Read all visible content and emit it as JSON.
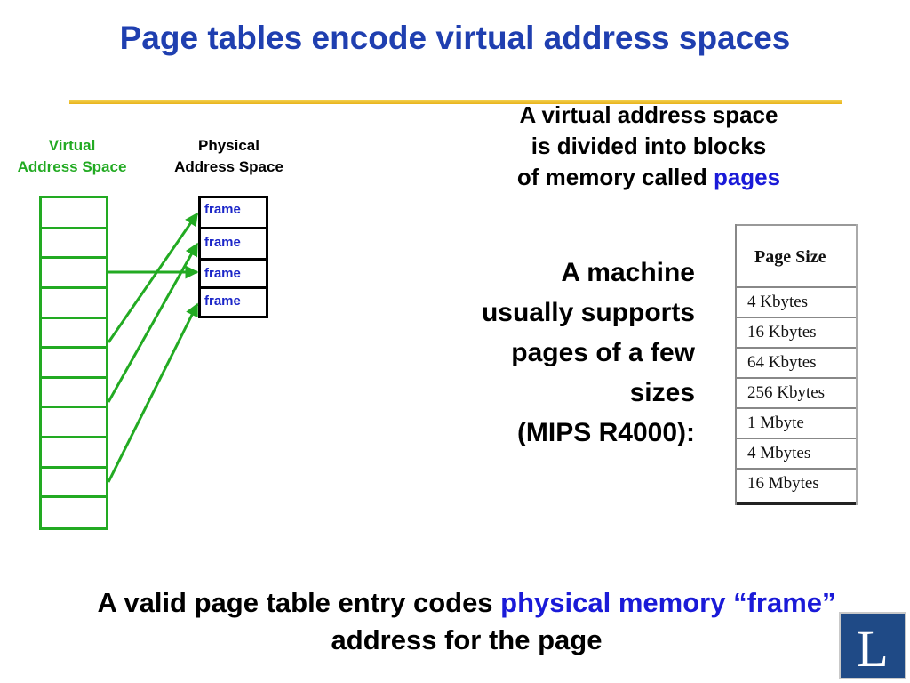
{
  "title": "Page tables encode virtual address spaces",
  "diagram": {
    "virtual_label_line1": "Virtual",
    "virtual_label_line2": "Address Space",
    "physical_label_line1": "Physical",
    "physical_label_line2": "Address Space",
    "frames": [
      "frame",
      "frame",
      "frame",
      "frame"
    ],
    "virtual_page_count": 11,
    "colors": {
      "virtual": "#22aa22",
      "physical": "#000000",
      "frame_text": "#1a25c8",
      "arrows": "#22aa22"
    }
  },
  "note_pages": {
    "line1": "A virtual address space",
    "line2": "is divided into blocks",
    "line3_prefix": "of memory called ",
    "line3_highlight": "pages"
  },
  "note_sizes": {
    "line1": "A machine",
    "line2": "usually supports",
    "line3": "pages of a few",
    "line4": "sizes",
    "line5": "(MIPS R4000):"
  },
  "page_size_table": {
    "header": "Page Size",
    "rows": [
      "4 Kbytes",
      "16 Kbytes",
      "64 Kbytes",
      "256 Kbytes",
      "1 Mbyte",
      "4 Mbytes",
      "16 Mbytes"
    ]
  },
  "bottom_note": {
    "part1": "A valid page table entry codes ",
    "highlight": "physical memory “frame”",
    "part2": " address for the page"
  },
  "logo": {
    "letter": "L",
    "color": "#1f4a86"
  },
  "colors": {
    "title": "#1f3fb0",
    "accent_blue": "#1a1ad8",
    "rule": "#e8b21a"
  }
}
